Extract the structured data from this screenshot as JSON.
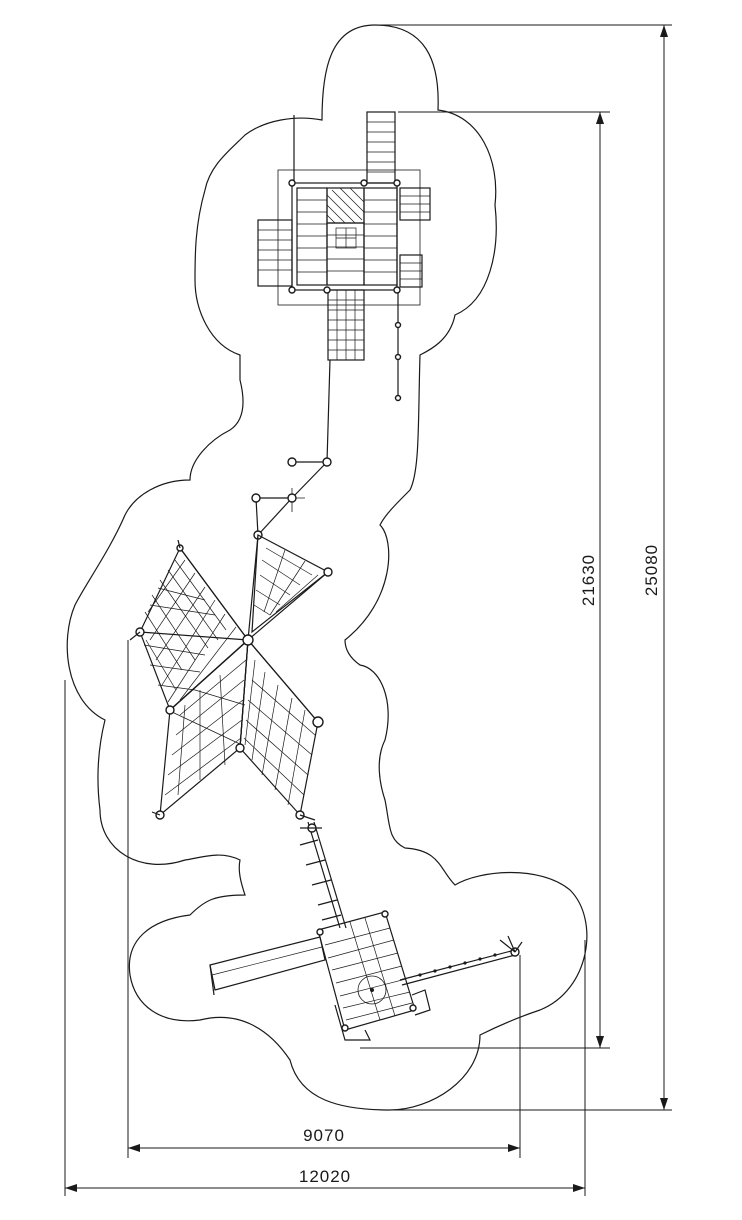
{
  "dimensions": {
    "inner_height": "21630",
    "outer_height": "25080",
    "inner_width": "9070",
    "outer_width": "12020"
  }
}
